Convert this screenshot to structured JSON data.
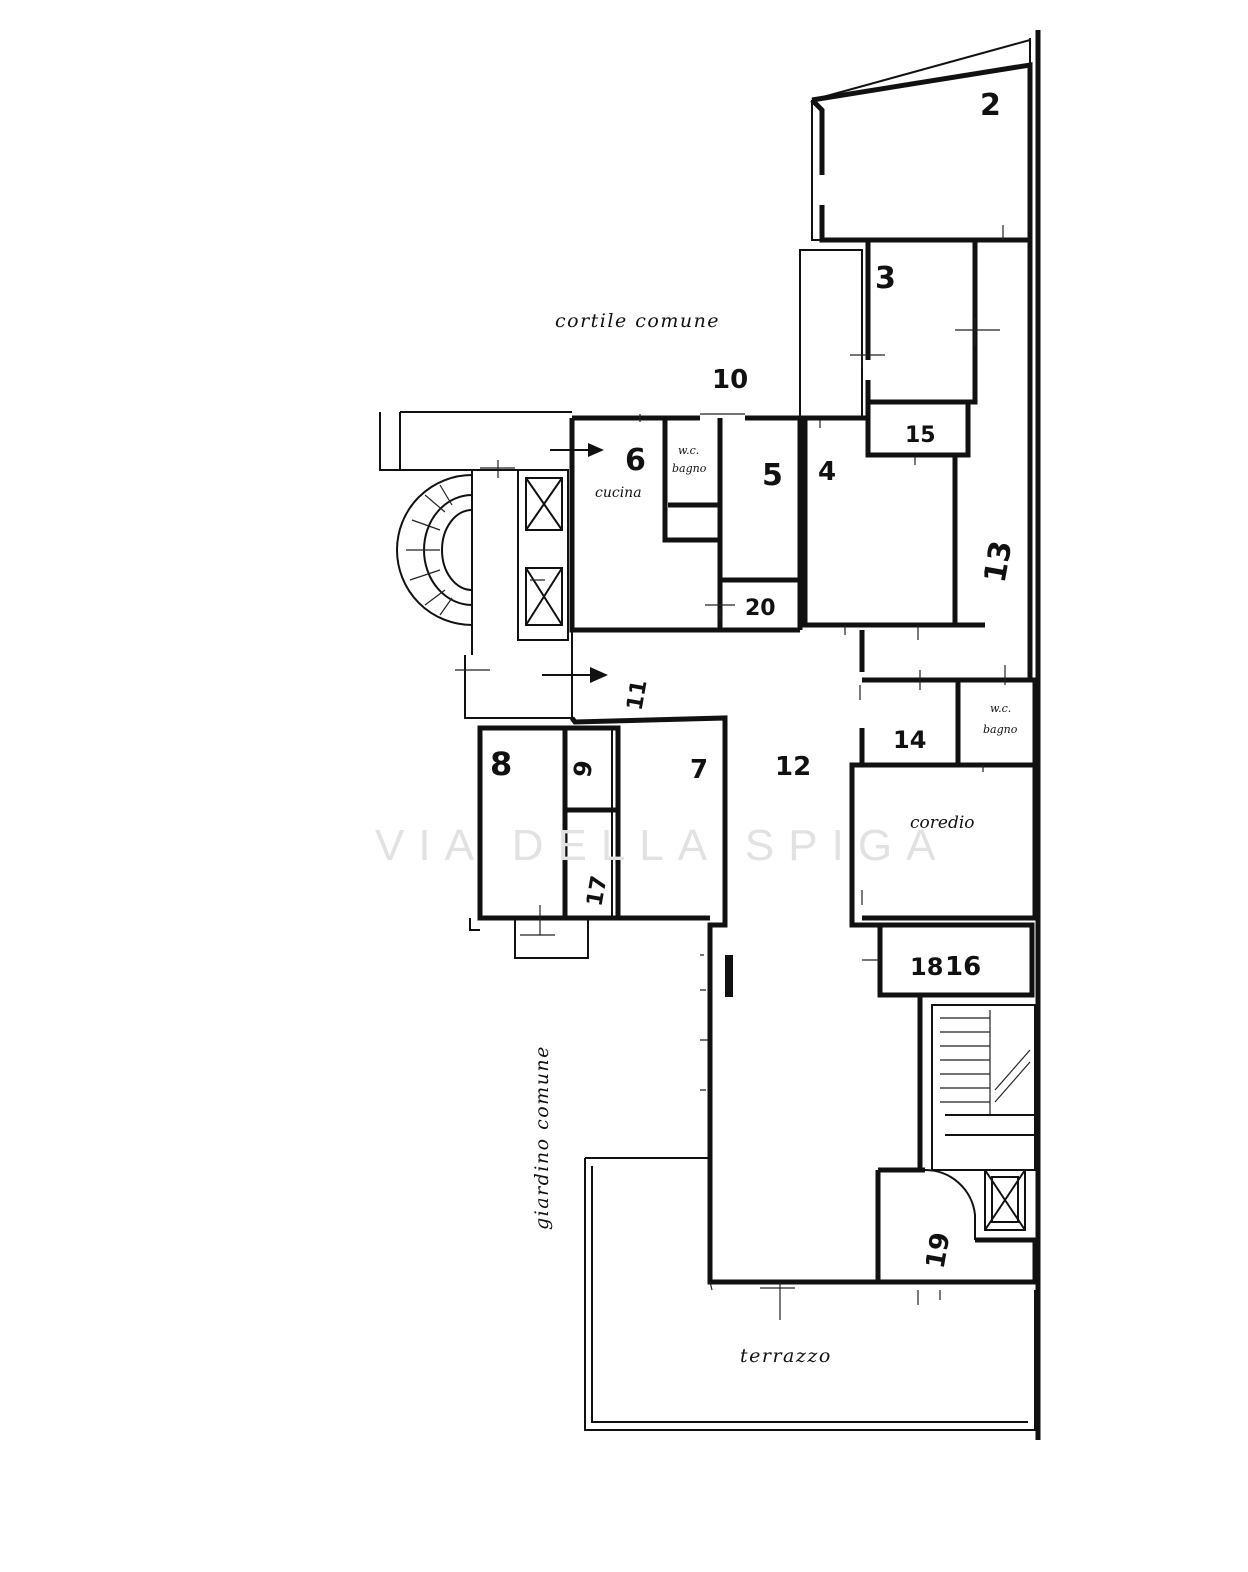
{
  "labels": {
    "cortile": "cortile comune",
    "giardino": "giardino comune",
    "terrazzo": "terrazzo",
    "cucina": "cucina",
    "wc_1": "w.c.",
    "bagno_1": "bagno",
    "wc_2": "w.c.",
    "bagno_2": "bagno",
    "coredio": "coredio"
  },
  "room_numbers": {
    "n2": "2",
    "n3": "3",
    "n4": "4",
    "n5": "5",
    "n6": "6",
    "n7": "7",
    "n8": "8",
    "n9": "9",
    "n10": "10",
    "n11": "11",
    "n12": "12",
    "n13": "13",
    "n14": "14",
    "n15": "15",
    "n16": "16",
    "n17": "17",
    "n18": "18",
    "n19": "19",
    "n20": "20"
  },
  "watermark": "VIA DELLA SPIGA",
  "colors": {
    "ink": "#111111",
    "paper": "#ffffff",
    "watermark": "#e2e2e2"
  }
}
